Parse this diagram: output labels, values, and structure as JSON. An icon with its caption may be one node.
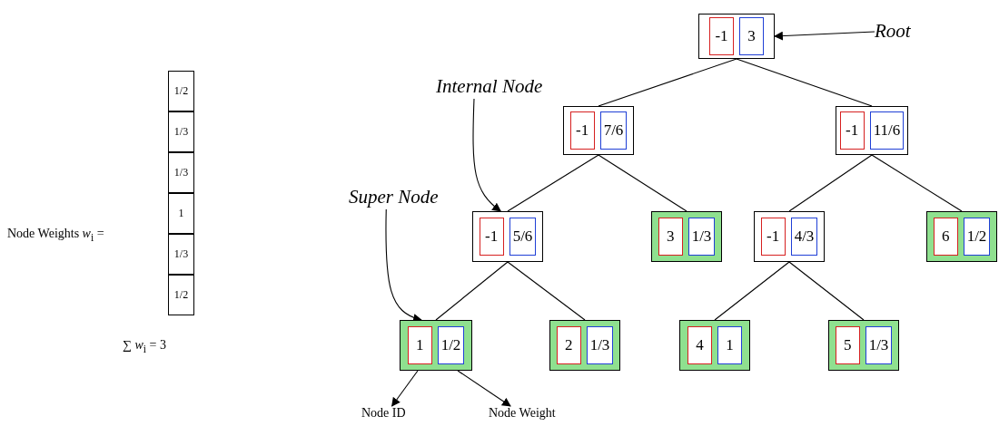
{
  "diagram": {
    "nodes": [
      {
        "text": [
          "-1",
          "3"
        ]
      },
      {
        "text": [
          "Root"
        ]
      },
      {
        "text": [
          "Internal Node"
        ]
      },
      {
        "text": [
          "-1",
          "7/6"
        ]
      },
      {
        "text": [
          "-1",
          "11/6"
        ]
      },
      {
        "text": [
          "Super Node"
        ]
      },
      {
        "text": [
          "-1",
          "5/6"
        ]
      },
      {
        "text": [
          "3",
          "1/3"
        ]
      },
      {
        "text": [
          "-1",
          "4/3"
        ]
      },
      {
        "text": [
          "6",
          "1/2"
        ]
      },
      {
        "text": [
          "1",
          "1/2"
        ]
      },
      {
        "text": [
          "2",
          "1/3"
        ]
      },
      {
        "text": [
          "4",
          "1"
        ]
      },
      {
        "text": [
          "5",
          "1/3"
        ]
      },
      {
        "text": [
          "Node ID"
        ]
      },
      {
        "text": [
          "Node Weight"
        ]
      }
    ],
    "edges": [
      {
        "from": 1,
        "to": 0,
        "arrow": "to"
      },
      {
        "from": 0,
        "to": 3,
        "arrow": "none"
      },
      {
        "from": 0,
        "to": 4,
        "arrow": "none"
      },
      {
        "from": 3,
        "to": 6,
        "arrow": "none"
      },
      {
        "from": 3,
        "to": 7,
        "arrow": "none"
      },
      {
        "from": 4,
        "to": 8,
        "arrow": "none"
      },
      {
        "from": 4,
        "to": 9,
        "arrow": "none"
      },
      {
        "from": 6,
        "to": 10,
        "arrow": "none"
      },
      {
        "from": 6,
        "to": 11,
        "arrow": "none"
      },
      {
        "from": 8,
        "to": 12,
        "arrow": "none"
      },
      {
        "from": 8,
        "to": 13,
        "arrow": "none"
      },
      {
        "from": 2,
        "to": 6,
        "arrow": "to"
      },
      {
        "from": 5,
        "to": 10,
        "arrow": "to"
      },
      {
        "from": 10,
        "to": 14,
        "arrow": "to"
      },
      {
        "from": 10,
        "to": 15,
        "arrow": "to"
      }
    ],
    "labels": [
      "Node Weights *w*$_{i}$ =",
      "1/2",
      "1/3",
      "1/3",
      "1",
      "1/3",
      "1/2",
      "∑ *w*$_{i}$ = 3"
    ]
  }
}
